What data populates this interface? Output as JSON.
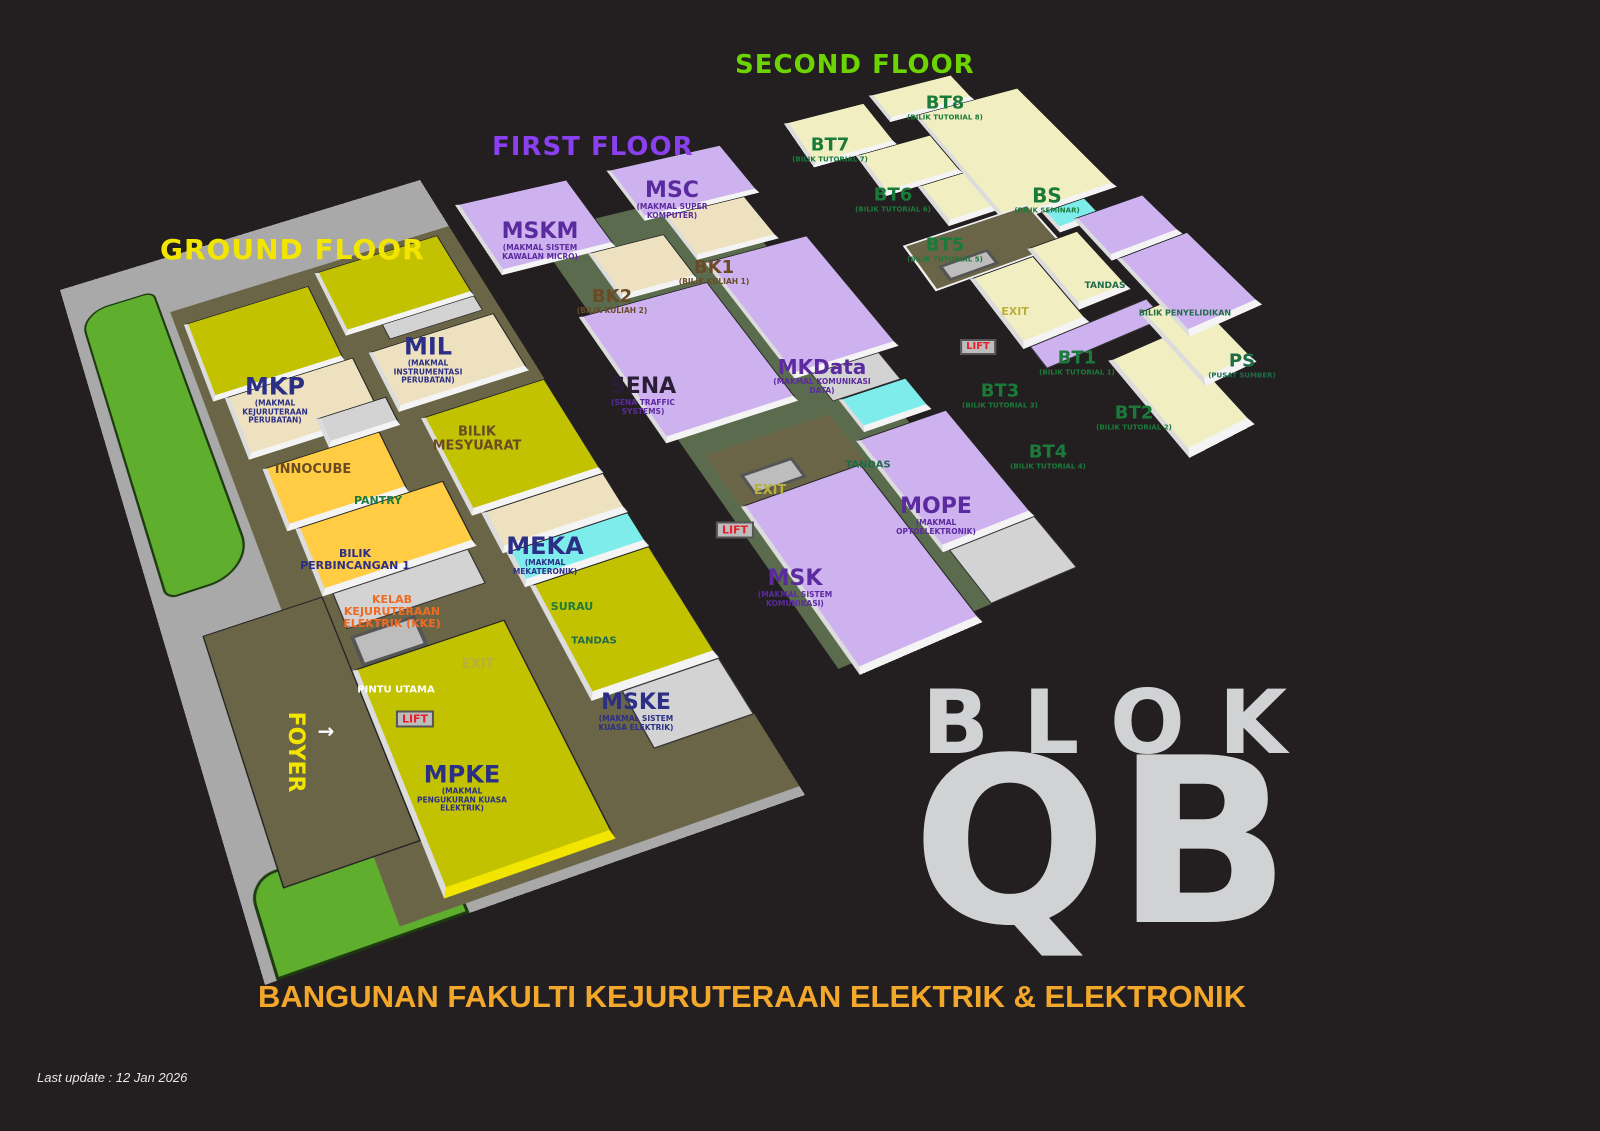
{
  "title": {
    "line1": "BLOK",
    "line2": "QB"
  },
  "subtitle": "BANGUNAN FAKULTI KEJURUTERAAN ELEKTRIK & ELEKTRONIK",
  "last_update": "Last update : 12 Jan 2026",
  "colors": {
    "background": "#231f20",
    "ground_label": "#f2e600",
    "first_label": "#8a3ff0",
    "second_label": "#6cd400",
    "subtitle": "#f4a82b"
  },
  "floors": {
    "ground": {
      "label": "GROUND FLOOR",
      "rooms": [
        {
          "code": "MKP",
          "name": "(MAKMAL KEJURUTERAAN PERUBATAN)"
        },
        {
          "code": "MIL",
          "name": "(MAKMAL INSTRUMENTASI PERUBATAN)"
        },
        {
          "code": "INNOCUBE"
        },
        {
          "code": "BILIK MESYUARAT"
        },
        {
          "code": "PANTRY"
        },
        {
          "code": "BILIK PERBINCANGAN 1"
        },
        {
          "code": "KELAB KEJURUTERAAN ELEKTRIK (KKE)"
        },
        {
          "code": "MEKA",
          "name": "(MAKMAL MEKATERONIK)"
        },
        {
          "code": "SURAU"
        },
        {
          "code": "TANDAS"
        },
        {
          "code": "MSKE",
          "name": "(MAKMAL SISTEM KUASA ELEKTRIK)"
        },
        {
          "code": "MPKE",
          "name": "(MAKMAL PENGUKURAN KUASA ELEKTRIK)"
        },
        {
          "code": "FOYER"
        }
      ],
      "pintu_utama": "PINTU UTAMA",
      "lift": "LIFT",
      "exit": "EXIT"
    },
    "first": {
      "label": "FIRST FLOOR",
      "rooms": [
        {
          "code": "MSKM",
          "name": "(MAKMAL SISTEM KAWALAN MICRO)"
        },
        {
          "code": "MSC",
          "name": "(MAKMAL SUPER KOMPUTER)"
        },
        {
          "code": "BK2",
          "name": "(BILIK KULIAH 2)"
        },
        {
          "code": "BK1",
          "name": "(BILIK KULIAH 1)"
        },
        {
          "code": "SENA",
          "name": "(SENA TRAFFIC SYSTEMS)"
        },
        {
          "code": "MKData",
          "name": "(MAKMAL KOMUNIKASI DATA)"
        },
        {
          "code": "TANDAS"
        },
        {
          "code": "MSK",
          "name": "(MAKMAL SISTEM KOMUNIKASI)"
        },
        {
          "code": "MOPE",
          "name": "(MAKMAL OPTOELEKTRONIK)"
        }
      ],
      "lift": "LIFT",
      "exit": "EXIT"
    },
    "second": {
      "label": "SECOND FLOOR",
      "rooms": [
        {
          "code": "BT7",
          "name": "(BILIK TUTORIAL 7)"
        },
        {
          "code": "BT8",
          "name": "(BILIK TUTORIAL 8)"
        },
        {
          "code": "BT6",
          "name": "(BILIK TUTORIAL 6)"
        },
        {
          "code": "BT5",
          "name": "(BILIK TUTORIAL 5)"
        },
        {
          "code": "BS",
          "name": "(BILIK SEMINAR)"
        },
        {
          "code": "TANDAS"
        },
        {
          "code": "BT3",
          "name": "(BILIK TUTORIAL 3)"
        },
        {
          "code": "BT1",
          "name": "(BILIK TUTORIAL 1)"
        },
        {
          "code": "BT4",
          "name": "(BILIK TUTORIAL 4)"
        },
        {
          "code": "BT2",
          "name": "(BILIK TUTORIAL 2)"
        },
        {
          "code": "BILIK PENYELIDIKAN"
        },
        {
          "code": "PS",
          "name": "(PUSAT SUMBER)"
        }
      ],
      "lift": "LIFT",
      "exit": "EXIT"
    }
  }
}
